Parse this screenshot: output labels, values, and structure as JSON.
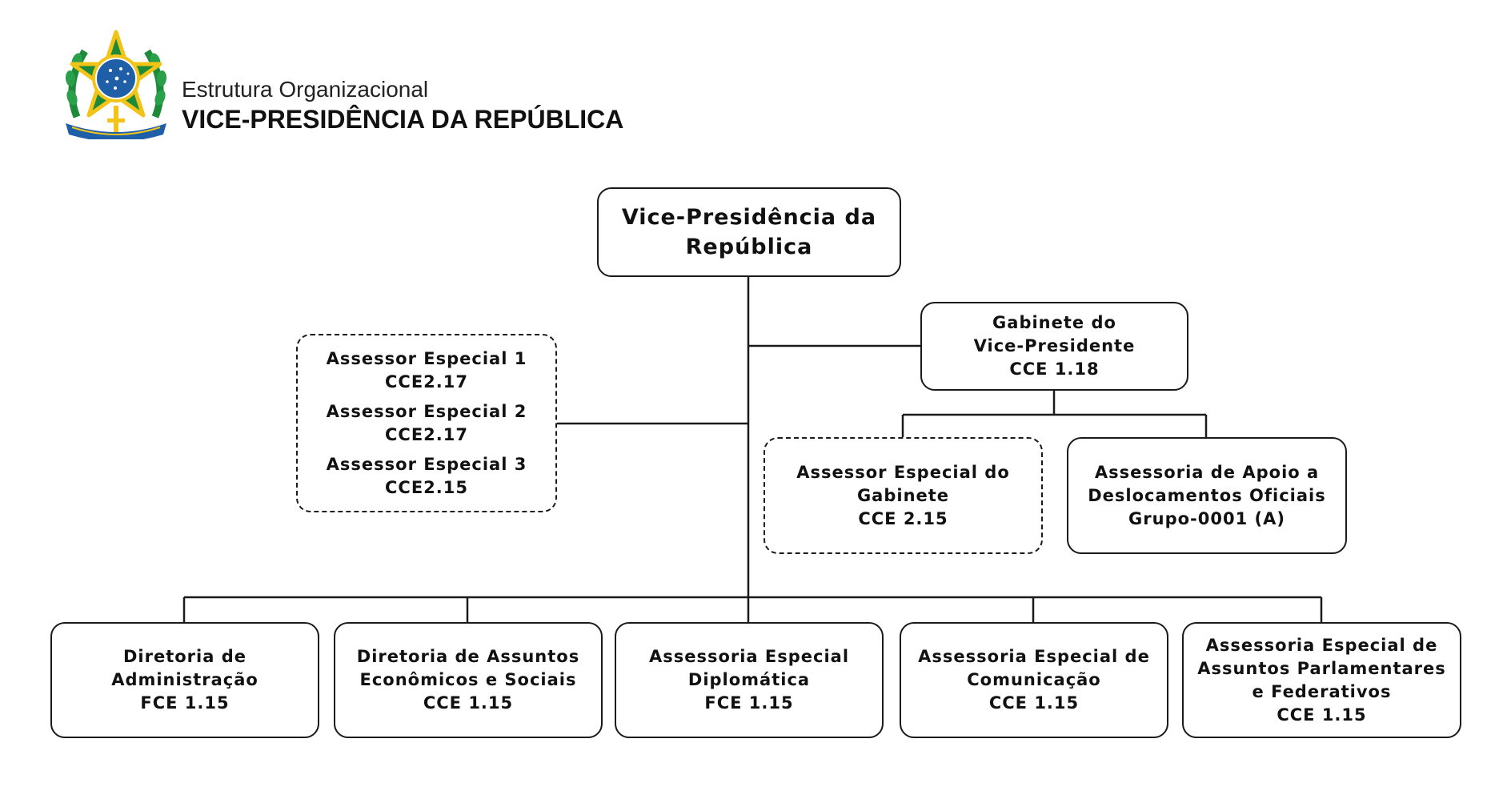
{
  "header": {
    "subtitle": "Estrutura Organizacional",
    "title": "VICE-PRESIDÊNCIA DA REPÚBLICA",
    "emblem_icon": "brazil-coat-of-arms-icon"
  },
  "colors": {
    "border": "#1a1a1a",
    "emblem_green": "#1d8a3a",
    "emblem_yellow": "#f2c418",
    "emblem_blue": "#1e5fa8"
  },
  "org": {
    "root": {
      "line1": "Vice-Presidência da",
      "line2": "República"
    },
    "assessores": [
      {
        "name": "Assessor Especial 1",
        "code": "CCE2.17"
      },
      {
        "name": "Assessor Especial 2",
        "code": "CCE2.17"
      },
      {
        "name": "Assessor Especial 3",
        "code": "CCE2.15"
      }
    ],
    "gabinete": {
      "line1": "Gabinete do",
      "line2": "Vice-Presidente",
      "code": "CCE 1.18"
    },
    "assessor_gabinete": {
      "line1": "Assessor Especial do",
      "line2": "Gabinete",
      "code": "CCE 2.15"
    },
    "apoio": {
      "line1": "Assessoria de Apoio a",
      "line2": "Deslocamentos Oficiais",
      "code": "Grupo-0001 (A)"
    },
    "bottom": [
      {
        "lines": [
          "Diretoria de",
          "Administração"
        ],
        "code": "FCE 1.15"
      },
      {
        "lines": [
          "Diretoria de Assuntos",
          "Econômicos e Sociais"
        ],
        "code": "CCE 1.15"
      },
      {
        "lines": [
          "Assessoria Especial",
          "Diplomática"
        ],
        "code": "FCE 1.15"
      },
      {
        "lines": [
          "Assessoria Especial de",
          "Comunicação"
        ],
        "code": "CCE 1.15"
      },
      {
        "lines": [
          "Assessoria Especial de",
          "Assuntos Parlamentares",
          "e Federativos"
        ],
        "code": "CCE 1.15"
      }
    ]
  }
}
